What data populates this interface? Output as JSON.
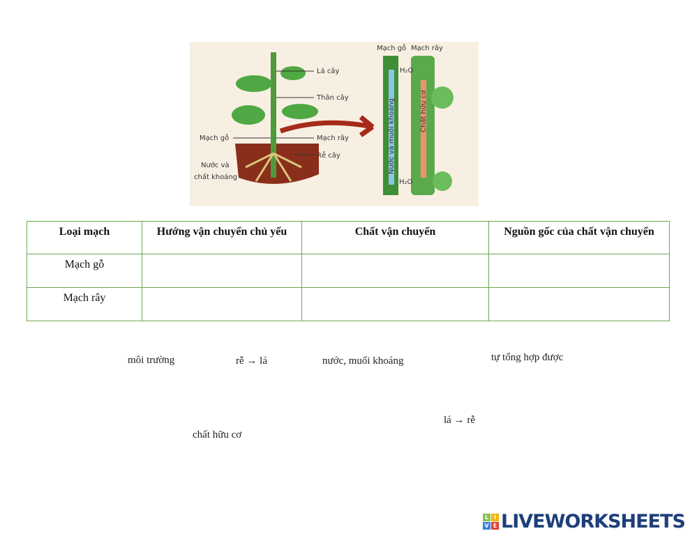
{
  "diagram": {
    "labels": {
      "leaf": "Lá cây",
      "stem": "Thân cây",
      "xylem": "Mạch gỗ",
      "phloem": "Mạch rây",
      "root": "Rễ cây",
      "water_minerals_1": "Nước và",
      "water_minerals_2": "chất khoáng",
      "xylem_top": "Mạch gỗ",
      "phloem_top": "Mạch rây",
      "water_up": "Nước và muối khoáng",
      "organic_down": "Chất hữu cơ",
      "h2o_top": "H₂O",
      "h2o_bottom": "H₂O"
    }
  },
  "table": {
    "headers": [
      "Loại mạch",
      "Hướng vận chuyển chủ yếu",
      "Chất vận chuyển",
      "Nguồn gốc của chất vận chuyển"
    ],
    "rows": [
      {
        "type": "Mạch gỗ"
      },
      {
        "type": "Mạch rây"
      }
    ]
  },
  "words": [
    "môi trường",
    "rễ → lá",
    "nước, muối khoáng",
    "tự tổng hợp được",
    "lá → rễ",
    "chất hữu cơ"
  ],
  "logo": {
    "text": "LIVEWORKSHEETS",
    "tiles": [
      "L",
      "I",
      "V",
      "E"
    ]
  }
}
